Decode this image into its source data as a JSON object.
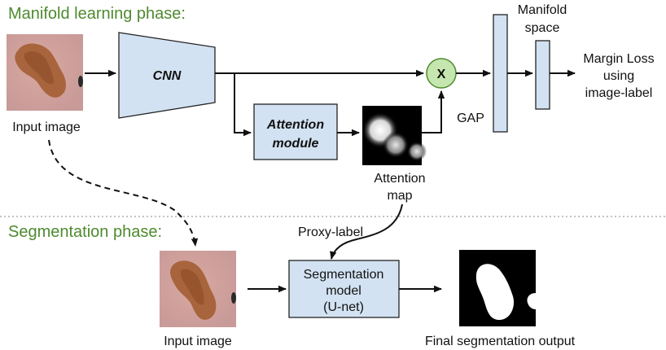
{
  "phases": {
    "manifold": "Manifold learning phase:",
    "segmentation": "Segmentation phase:"
  },
  "labels": {
    "input_image_top": "Input image",
    "cnn": "CNN",
    "attention_module_line1": "Attention",
    "attention_module_line2": "module",
    "attention_map_line1": "Attention",
    "attention_map_line2": "map",
    "multiply": "X",
    "gap": "GAP",
    "manifold_space_line1": "Manifold",
    "manifold_space_line2": "space",
    "loss_line1": "Margin Loss",
    "loss_line2": "using",
    "loss_line3": "image-label",
    "proxy_label": "Proxy-label",
    "seg_model_line1": "Segmentation",
    "seg_model_line2": "model",
    "seg_model_line3": "(U-net)",
    "input_image_bottom": "Input image",
    "final_output": "Final segmentation output"
  },
  "colors": {
    "phase_text": "#4e8a2e",
    "box_fill": "#d3e2f2",
    "multiply_fill": "#c6e6b0",
    "multiply_stroke": "#4e8a2e"
  }
}
